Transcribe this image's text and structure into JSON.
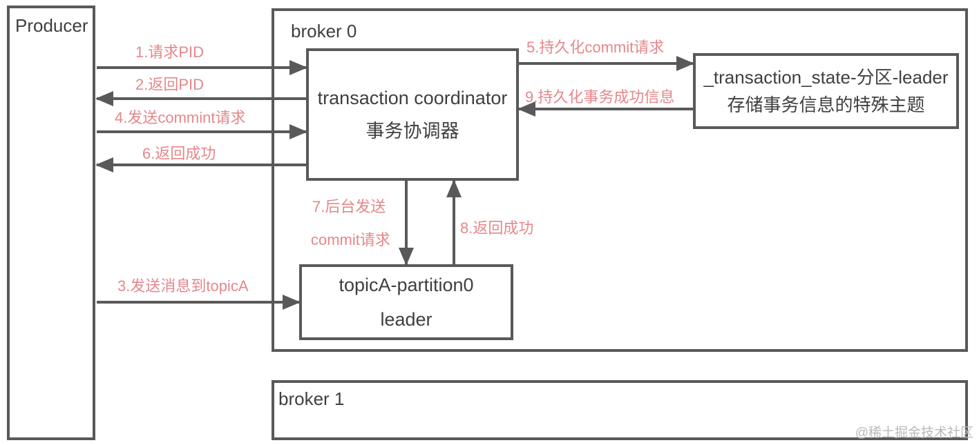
{
  "diagram": {
    "watermark": "@稀土掘金技术社区",
    "colors": {
      "line": "#595959",
      "arrow_label": "#e5878b",
      "node_text": "#3f3f3f",
      "watermark": "#b9b9b9"
    },
    "nodes": {
      "producer": {
        "label": "Producer"
      },
      "broker0": {
        "label": "broker 0"
      },
      "coordinator": {
        "line1": "transaction coordinator",
        "line2": "事务协调器"
      },
      "state_topic": {
        "line1": "_transaction_state-分区-leader",
        "line2": "存储事务信息的特殊主题"
      },
      "topic_a": {
        "line1": "topicA-partition0",
        "line2": "leader"
      },
      "broker1": {
        "label": "broker 1"
      }
    },
    "arrows": {
      "a1": "1.请求PID",
      "a2": "2.返回PID",
      "a3": "3.发送消息到topicA",
      "a4": "4.发送commint请求",
      "a5": "5.持久化commit请求",
      "a6": "6.返回成功",
      "a7_line1": "7.后台发送",
      "a7_line2": "commit请求",
      "a8": "8.返回成功",
      "a9": "9.持久化事务成功信息"
    }
  }
}
